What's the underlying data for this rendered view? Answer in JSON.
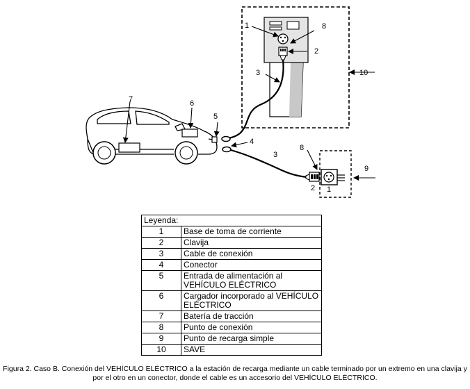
{
  "labels": [
    "1",
    "2",
    "3",
    "4",
    "5",
    "6",
    "7",
    "8",
    "9",
    "10"
  ],
  "legend": {
    "title": "Leyenda:",
    "rows": [
      {
        "num": "1",
        "desc": "Base de toma de corriente"
      },
      {
        "num": "2",
        "desc": "Clavija"
      },
      {
        "num": "3",
        "desc": "Cable de conexión"
      },
      {
        "num": "4",
        "desc": "Conector"
      },
      {
        "num": "5",
        "desc": "Entrada de alimentación al VEHÍCULO ELÉCTRICO"
      },
      {
        "num": "6",
        "desc": "Cargador incorporado al VEHÍCULO ELÉCTRICO"
      },
      {
        "num": "7",
        "desc": "Batería de tracción"
      },
      {
        "num": "8",
        "desc": "Punto de conexión"
      },
      {
        "num": "9",
        "desc": "Punto de recarga simple"
      },
      {
        "num": "10",
        "desc": "SAVE"
      }
    ]
  },
  "caption": "Figura 2. Caso B. Conexión del VEHÍCULO ELÉCTRICO a la estación de recarga mediante un cable terminado por un extremo en una clavija y por el otro en un conector, donde el cable es un accesorio del VEHÍCULO ELÉCTRICO."
}
